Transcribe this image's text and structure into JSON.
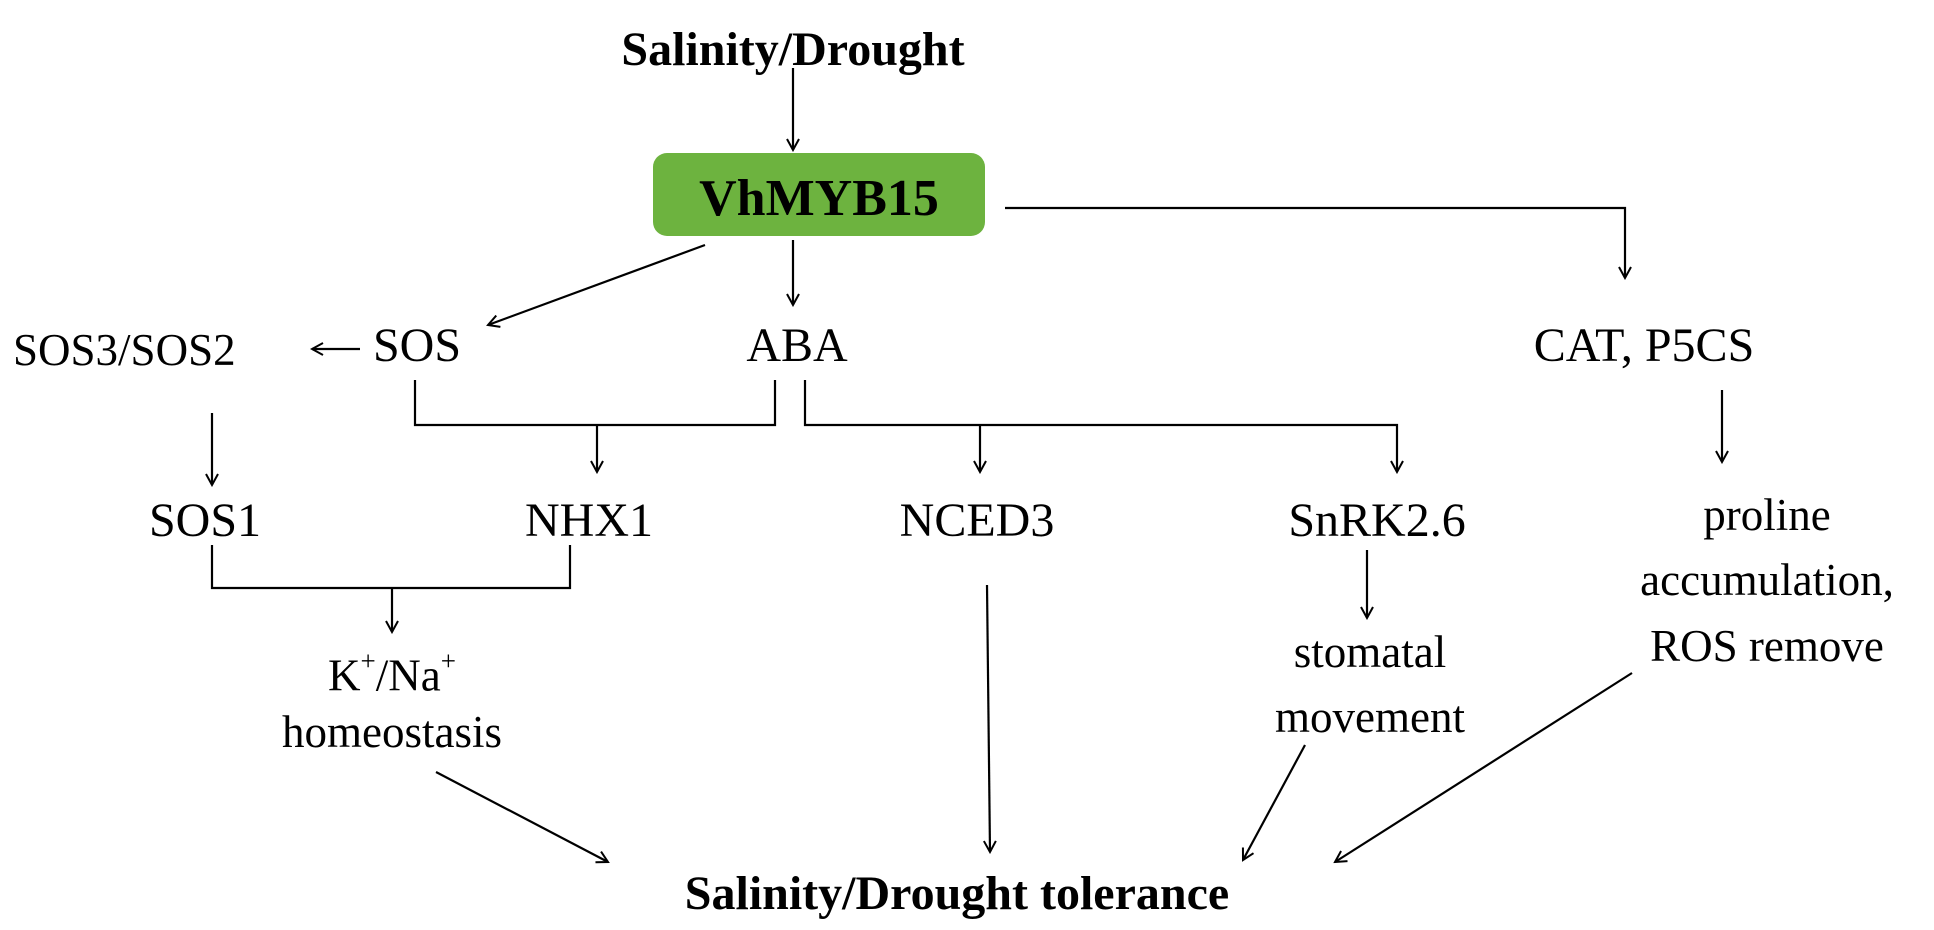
{
  "title": "Salinity/Drought",
  "bottom_title": "Salinity/Drought tolerance",
  "colors": {
    "central_box": "#6db33f",
    "line": "#000000",
    "text": "#000000"
  },
  "nodes": {
    "central": "VhMYB15",
    "sos": "SOS",
    "sos3_sos2": "SOS3/SOS2",
    "aba": "ABA",
    "cat_p5cs": "CAT, P5CS",
    "sos1": "SOS1",
    "nhx1": "NHX1",
    "nced3": "NCED3",
    "snrk26": "SnRK2.6",
    "k_na": {
      "k": "K",
      "plus1": "+",
      "slash_na": "/Na",
      "plus2": "+",
      "line2": "homeostasis"
    },
    "stomatal_line1": "stomatal",
    "stomatal_line2": "movement",
    "proline_line1": "proline",
    "proline_line2": "accumulation,",
    "proline_line3": "ROS remove"
  }
}
